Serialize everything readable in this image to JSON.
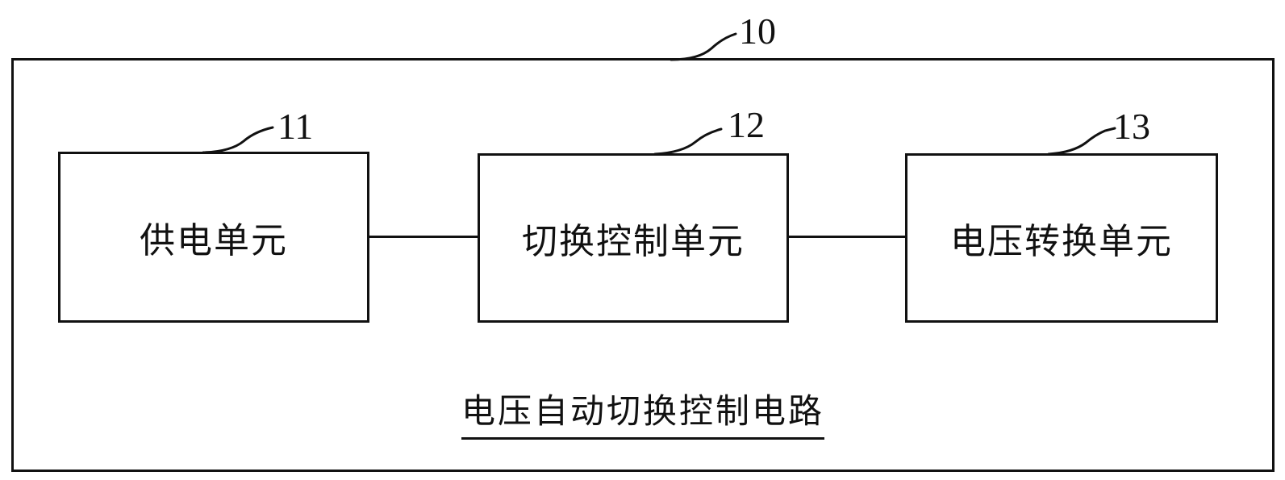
{
  "diagram": {
    "outer": {
      "ref": "10"
    },
    "boxes": [
      {
        "label": "供电单元",
        "ref": "11"
      },
      {
        "label": "切换控制单元",
        "ref": "12"
      },
      {
        "label": "电压转换单元",
        "ref": "13"
      }
    ],
    "caption": "电压自动切换控制电路",
    "colors": {
      "line": "#111111",
      "background": "#ffffff"
    }
  }
}
